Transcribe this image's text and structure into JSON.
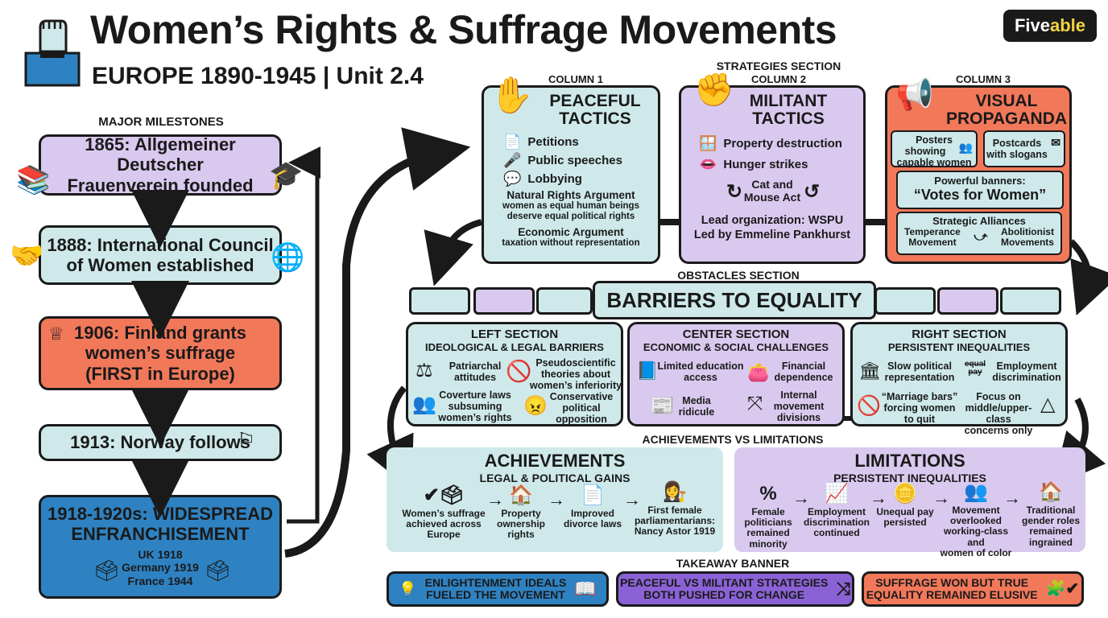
{
  "header": {
    "title": "Women’s Rights & Suffrage Movements",
    "subtitle": "EUROPE 1890-1945 | Unit 2.4",
    "brand": "Fiveable",
    "logo_parts": [
      "Five",
      "able"
    ]
  },
  "milestones": {
    "label": "MAJOR MILESTONES",
    "items": [
      {
        "text": "1865: Allgemeiner Deutscher Frauenverein founded",
        "lines": [
          "1865: Allgemeiner Deutscher",
          "Frauenverein founded"
        ]
      },
      {
        "text": "1888: International Council of Women established",
        "lines": [
          "1888: International Council",
          "of Women established"
        ]
      },
      {
        "text": "1906: Finland grants women’s suffrage (FIRST in Europe)",
        "lines": [
          "1906: Finland grants",
          "women’s suffrage",
          "(FIRST in Europe)"
        ]
      },
      {
        "text": "1913: Norway follows",
        "lines": [
          "1913: Norway follows"
        ]
      },
      {
        "text": "1918-1920s: WIDESPREAD ENFRANCHISEMENT",
        "lines": [
          "1918-1920s: WIDESPREAD",
          "ENFRANCHISEMENT"
        ],
        "details": [
          "UK 1918",
          "Germany 1919",
          "France 1944"
        ]
      }
    ]
  },
  "strategies": {
    "label": "STRATEGIES SECTION",
    "columns": [
      {
        "label": "COLUMN 1",
        "title": [
          "PEACEFUL",
          "TACTICS"
        ],
        "items": [
          "Petitions",
          "Public speeches",
          "Lobbying"
        ],
        "arg1_title": "Natural Rights Argument",
        "arg1_text": [
          "women as equal human beings",
          "deserve equal political rights"
        ],
        "arg2_title": "Economic Argument",
        "arg2_text": "taxation without representation"
      },
      {
        "label": "COLUMN 2",
        "title": [
          "MILITANT",
          "TACTICS"
        ],
        "items": [
          "Property destruction",
          "Hunger strikes"
        ],
        "cycle": [
          "Cat and",
          "Mouse Act"
        ],
        "lead": [
          "Lead organization: WSPU",
          "Led by Emmeline Pankhurst"
        ]
      },
      {
        "label": "COLUMN 3",
        "title": [
          "VISUAL",
          "PROPAGANDA"
        ],
        "posters": [
          "Posters",
          "showing",
          "capable women"
        ],
        "postcards": [
          "Postcards",
          "with slogans"
        ],
        "banners_label": "Powerful banners:",
        "banners_quote": "“Votes for Women”",
        "alliances_title": "Strategic Alliances",
        "alliance_left": [
          "Temperance",
          "Movement"
        ],
        "alliance_right": [
          "Abolitionist",
          "Movements"
        ]
      }
    ]
  },
  "obstacles": {
    "label": "OBSTACLES SECTION",
    "banner": "BARRIERS TO EQUALITY",
    "sections": [
      {
        "label": "LEFT SECTION",
        "title": "IDEOLOGICAL & LEGAL BARRIERS",
        "items": [
          [
            "Patriarchal",
            "attitudes"
          ],
          [
            "Pseudoscientific",
            "theories about",
            "women’s inferiority"
          ],
          [
            "Coverture laws",
            "subsuming",
            "women’s rights"
          ],
          [
            "Conservative",
            "political",
            "opposition"
          ]
        ]
      },
      {
        "label": "CENTER SECTION",
        "title": "ECONOMIC & SOCIAL CHALLENGES",
        "items": [
          [
            "Limited education",
            "access"
          ],
          [
            "Financial",
            "dependence"
          ],
          [
            "Media",
            "ridicule"
          ],
          [
            "Internal",
            "movement",
            "divisions"
          ]
        ]
      },
      {
        "label": "RIGHT SECTION",
        "title": "PERSISTENT INEQUALITIES",
        "items": [
          [
            "Slow political",
            "representation"
          ],
          [
            "Employment",
            "discrimination"
          ],
          [
            "“Marriage bars”",
            "forcing women",
            "to quit"
          ],
          [
            "Focus on",
            "middle/upper-class",
            "concerns only"
          ]
        ],
        "equal_pay_glyph": "equal pay"
      }
    ]
  },
  "outcomes": {
    "label": "ACHIEVEMENTS VS LIMITATIONS",
    "achievements": {
      "title": "ACHIEVEMENTS",
      "subtitle": "LEGAL & POLITICAL GAINS",
      "steps": [
        [
          "Women’s suffrage",
          "achieved across",
          "Europe"
        ],
        [
          "Property",
          "ownership",
          "rights"
        ],
        [
          "Improved",
          "divorce laws"
        ],
        [
          "First female",
          "parliamentarians:",
          "Nancy Astor 1919"
        ]
      ]
    },
    "limitations": {
      "title": "LIMITATIONS",
      "subtitle": "PERSISTENT INEQUALITIES",
      "steps": [
        [
          "Female",
          "politicians",
          "remained",
          "minority"
        ],
        [
          "Employment",
          "discrimination",
          "continued"
        ],
        [
          "Unequal pay",
          "persisted"
        ],
        [
          "Movement",
          "overlooked",
          "working-class and",
          "women of color"
        ],
        [
          "Traditional",
          "gender roles",
          "remained",
          "ingrained"
        ]
      ],
      "percent_glyph": "%"
    }
  },
  "takeaway": {
    "label": "TAKEAWAY BANNER",
    "items": [
      [
        "ENLIGHTENMENT IDEALS",
        "FUELED THE MOVEMENT"
      ],
      [
        "PEACEFUL VS MILITANT STRATEGIES",
        "BOTH PUSHED FOR CHANGE"
      ],
      [
        "SUFFRAGE WON BUT TRUE",
        "EQUALITY REMAINED ELUSIVE"
      ]
    ]
  },
  "colors": {
    "mint": "#cfe9ea",
    "lavender": "#d9c9ef",
    "coral": "#f2785a",
    "blue": "#2e82c2",
    "purple": "#8b62d6"
  }
}
